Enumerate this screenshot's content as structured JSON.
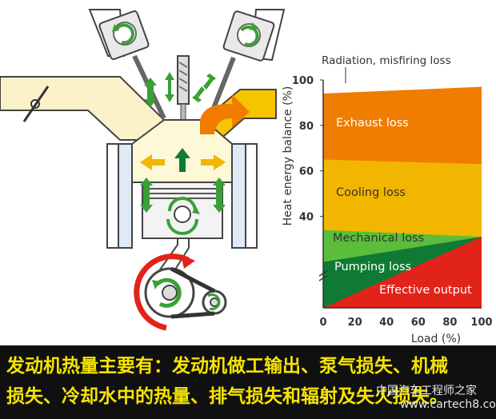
{
  "chart_data": {
    "type": "area",
    "x": [
      0,
      100
    ],
    "xlim": [
      0,
      100
    ],
    "ylim": [
      0,
      100
    ],
    "xticks": [
      0,
      20,
      40,
      60,
      80,
      100
    ],
    "yticks": [
      40,
      60,
      80,
      100
    ],
    "xlabel": "Load (%)",
    "ylabel": "Heat energy balance (%)",
    "series": [
      {
        "name": "Effective output",
        "boundary": [
          0,
          31
        ],
        "color": "#e2231a"
      },
      {
        "name": "Pumping loss",
        "boundary": [
          20,
          31
        ],
        "color": "#0f7a33"
      },
      {
        "name": "Mechanical loss",
        "boundary": [
          34,
          31
        ],
        "color": "#5bbd3a"
      },
      {
        "name": "Cooling loss",
        "boundary": [
          65,
          63
        ],
        "color": "#f2b600"
      },
      {
        "name": "Exhaust loss",
        "boundary": [
          94,
          97
        ],
        "color": "#f07c00"
      }
    ],
    "annotation": "Radiation, misfiring loss",
    "grid": false
  },
  "caption": {
    "line1": "发动机热量主要有：发动机做工输出、泵气损失、机械",
    "line2": "损失、冷却水中的热量、排气损失和辐射及失火损失。"
  },
  "watermark": {
    "line1": "中国汽车工程师之家",
    "line2": "www.cartech8.com"
  },
  "engine": {
    "icons": [
      "intake-valve-icon",
      "exhaust-valve-icon",
      "piston-icon",
      "crankshaft-icon",
      "spark-plug-icon"
    ]
  }
}
